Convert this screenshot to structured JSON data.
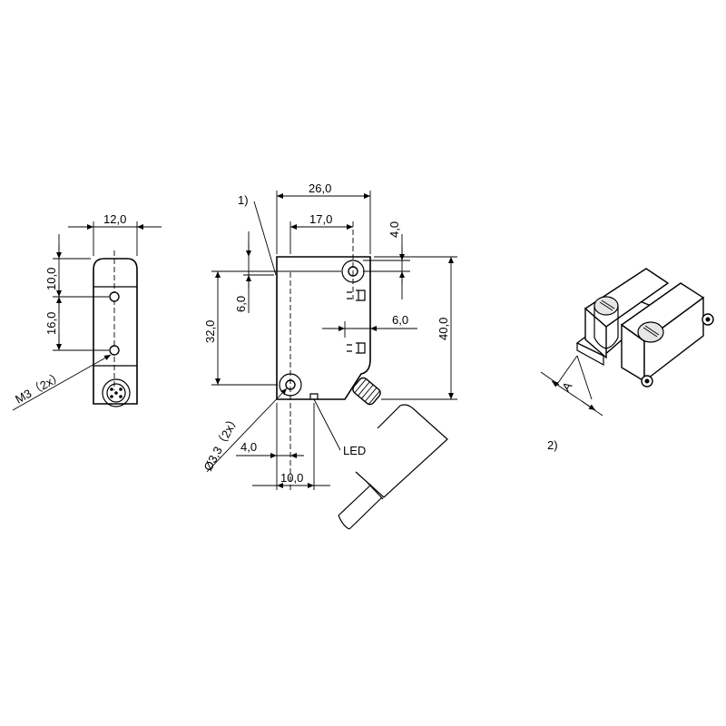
{
  "left_view": {
    "width_dim": "12,0",
    "top_dim": "10,0",
    "spacing_dim": "16,0",
    "thread_label": "M3（2x）"
  },
  "front_view": {
    "note_1": "1)",
    "overall_width_dim": "26,0",
    "hole_offset_dim": "17,0",
    "top_offset_dim": "4,0",
    "height_dim": "40,0",
    "hole_spacing_dim": "32,0",
    "small_height_dim": "6,0",
    "emitter_gap_dim": "6,0",
    "hole_diameter_label": "Ø3,3（2x）",
    "bottom_offset_dim": "4,0",
    "bottom_width_dim": "10,0",
    "led_label": "LED"
  },
  "iso_view": {
    "note_2": "2)",
    "dim_a": "A"
  }
}
